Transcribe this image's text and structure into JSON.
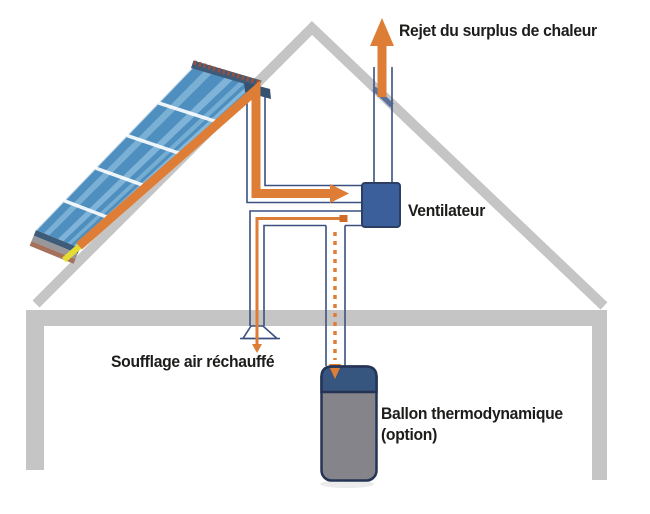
{
  "labels": {
    "rejet": "Rejet du surplus de chaleur",
    "ventilateur": "Ventilateur",
    "soufflage": "Soufflage air réchauffé",
    "ballon_line1": "Ballon thermodynamique",
    "ballon_line2": "(option)"
  },
  "colors": {
    "background": "#FFFFFF",
    "structure_gray": "#C5C5C5",
    "duct_navy": "#3A5080",
    "airflow_orange": "#DE7E36",
    "airflow_orange_dark": "#D06A28",
    "fan_blue": "#3A5F9B",
    "fan_border": "#2C3F63",
    "tank_gray": "#84848A",
    "tank_cap_navy": "#36557F",
    "tank_border": "#253455",
    "panel_blue": "#4E8FBF",
    "panel_light_blue": "#A8D2EC",
    "panel_frame_navy": "#3E5C7A",
    "panel_teeth_red": "#9A4E3C",
    "panel_cap_gray": "#98989C",
    "panel_cap_brown": "#A5715B",
    "sun_yellow": "#E5DC33",
    "text_black": "#1C1C1B"
  }
}
